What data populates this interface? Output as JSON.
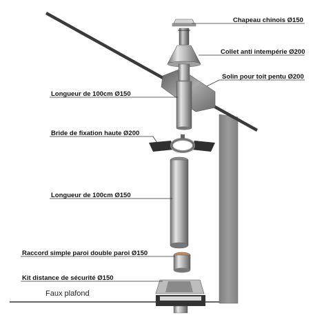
{
  "labels": {
    "chapeau": "Chapeau chinois Ø150",
    "collet": "Collet anti intempérie Ø200",
    "solin": "Solin pour toit pentu Ø200",
    "longueur_top": "Longueur de 100cm Ø150",
    "bride": "Bride de fixation haute Ø200",
    "longueur_bottom": "Longueur de 100cm Ø150",
    "raccord": "Raccord simple paroi double paroi Ø150",
    "kit": "Kit distance de sécurité Ø150",
    "faux_plafond": "Faux plafond"
  },
  "colors": {
    "wall": "#8d8d8d",
    "roof": "#3a3a3a",
    "steel_light": "#e6e6e6",
    "steel_dark": "#7a7a7a",
    "leader": "#333333"
  }
}
